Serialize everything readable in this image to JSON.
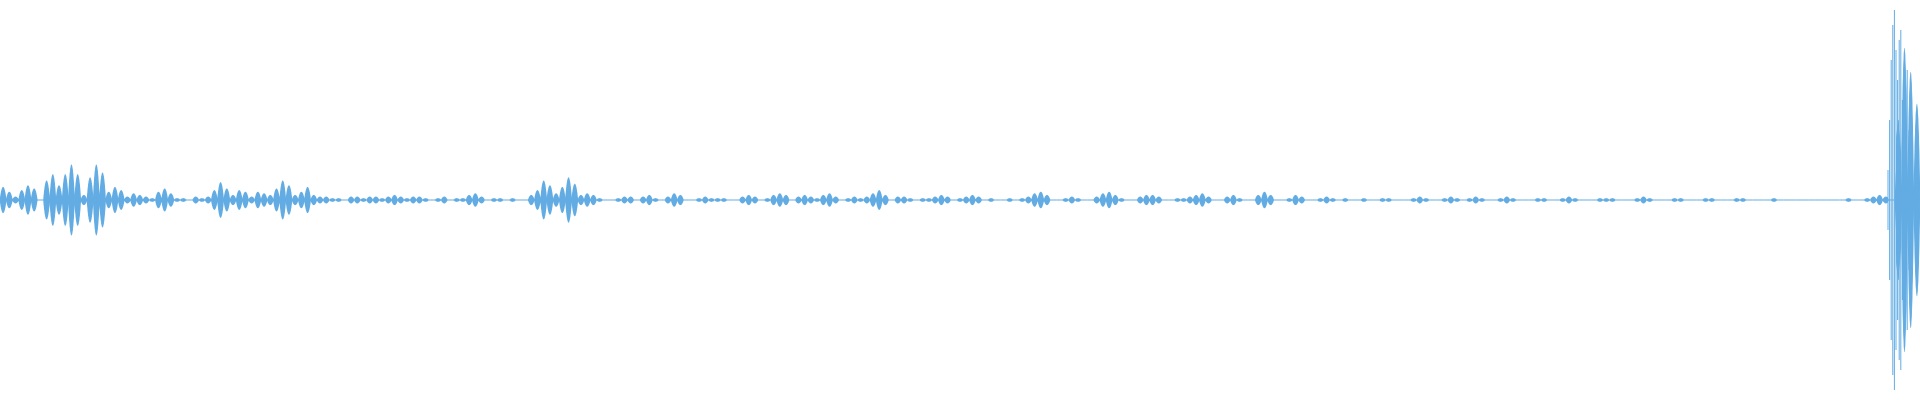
{
  "waveform": {
    "color": "#62ace3",
    "description_visible_text": "",
    "amplitude_envelope": [
      0.08,
      0.05,
      0.02,
      0.06,
      0.09,
      0.07,
      0.0,
      0.12,
      0.16,
      0.09,
      0.16,
      0.22,
      0.16,
      0.03,
      0.14,
      0.22,
      0.17,
      0.05,
      0.08,
      0.06,
      0.02,
      0.04,
      0.03,
      0.02,
      0.01,
      0.05,
      0.07,
      0.04,
      0.01,
      0.01,
      0.0,
      0.02,
      0.01,
      0.02,
      0.06,
      0.11,
      0.07,
      0.03,
      0.06,
      0.05,
      0.02,
      0.05,
      0.04,
      0.03,
      0.07,
      0.12,
      0.09,
      0.03,
      0.05,
      0.08,
      0.03,
      0.02,
      0.02,
      0.01,
      0.01,
      0.0,
      0.02,
      0.02,
      0.01,
      0.02,
      0.02,
      0.01,
      0.02,
      0.03,
      0.02,
      0.01,
      0.02,
      0.02,
      0.01,
      0.0,
      0.01,
      0.02,
      0.0,
      0.01,
      0.01,
      0.03,
      0.04,
      0.02,
      0.0,
      0.01,
      0.01,
      0.0,
      0.01,
      0.0,
      0.0,
      0.03,
      0.06,
      0.12,
      0.09,
      0.04,
      0.08,
      0.14,
      0.1,
      0.03,
      0.04,
      0.03,
      0.01,
      0.0,
      0.0,
      0.01,
      0.02,
      0.02,
      0.0,
      0.02,
      0.03,
      0.01,
      0.0,
      0.02,
      0.04,
      0.03,
      0.0,
      0.0,
      0.01,
      0.02,
      0.01,
      0.01,
      0.01,
      0.0,
      0.0,
      0.02,
      0.03,
      0.02,
      0.0,
      0.01,
      0.03,
      0.04,
      0.03,
      0.0,
      0.02,
      0.03,
      0.02,
      0.01,
      0.03,
      0.04,
      0.02,
      0.0,
      0.01,
      0.02,
      0.01,
      0.02,
      0.04,
      0.06,
      0.03,
      0.0,
      0.02,
      0.02,
      0.01,
      0.0,
      0.01,
      0.01,
      0.02,
      0.03,
      0.02,
      0.0,
      0.01,
      0.02,
      0.03,
      0.02,
      0.0,
      0.01,
      0.0,
      0.0,
      0.01,
      0.0,
      0.01,
      0.02,
      0.04,
      0.05,
      0.03,
      0.0,
      0.0,
      0.01,
      0.02,
      0.01,
      0.0,
      0.0,
      0.02,
      0.04,
      0.05,
      0.03,
      0.01,
      0.0,
      0.0,
      0.02,
      0.03,
      0.03,
      0.02,
      0.0,
      0.0,
      0.01,
      0.01,
      0.02,
      0.03,
      0.04,
      0.02,
      0.0,
      0.0,
      0.02,
      0.03,
      0.01,
      0.0,
      0.0,
      0.03,
      0.05,
      0.03,
      0.0,
      0.0,
      0.01,
      0.03,
      0.02,
      0.0,
      0.0,
      0.01,
      0.02,
      0.01,
      0.0,
      0.01,
      0.0,
      0.0,
      0.01,
      0.0,
      0.0,
      0.01,
      0.01,
      0.0,
      0.0,
      0.0,
      0.01,
      0.02,
      0.01,
      0.0,
      0.0,
      0.01,
      0.02,
      0.01,
      0.0,
      0.01,
      0.02,
      0.01,
      0.0,
      0.0,
      0.01,
      0.02,
      0.01,
      0.0,
      0.0,
      0.0,
      0.01,
      0.01,
      0.0,
      0.0,
      0.01,
      0.02,
      0.01,
      0.0,
      0.0,
      0.0,
      0.01,
      0.01,
      0.01,
      0.0,
      0.0,
      0.0,
      0.01,
      0.02,
      0.01,
      0.0,
      0.0,
      0.0,
      0.01,
      0.01,
      0.0,
      0.0,
      0.0,
      0.01,
      0.01,
      0.0,
      0.0,
      0.0,
      0.01,
      0.01,
      0.0,
      0.0,
      0.0,
      0.0,
      0.01,
      0.0,
      0.0,
      0.0,
      0.0,
      0.0,
      0.0,
      0.0,
      0.0,
      0.0,
      0.0,
      0.0,
      0.01,
      0.0,
      0.0,
      0.01,
      0.02,
      0.03,
      0.02,
      0.0,
      0.5,
      0.95,
      0.8,
      0.6
    ]
  }
}
